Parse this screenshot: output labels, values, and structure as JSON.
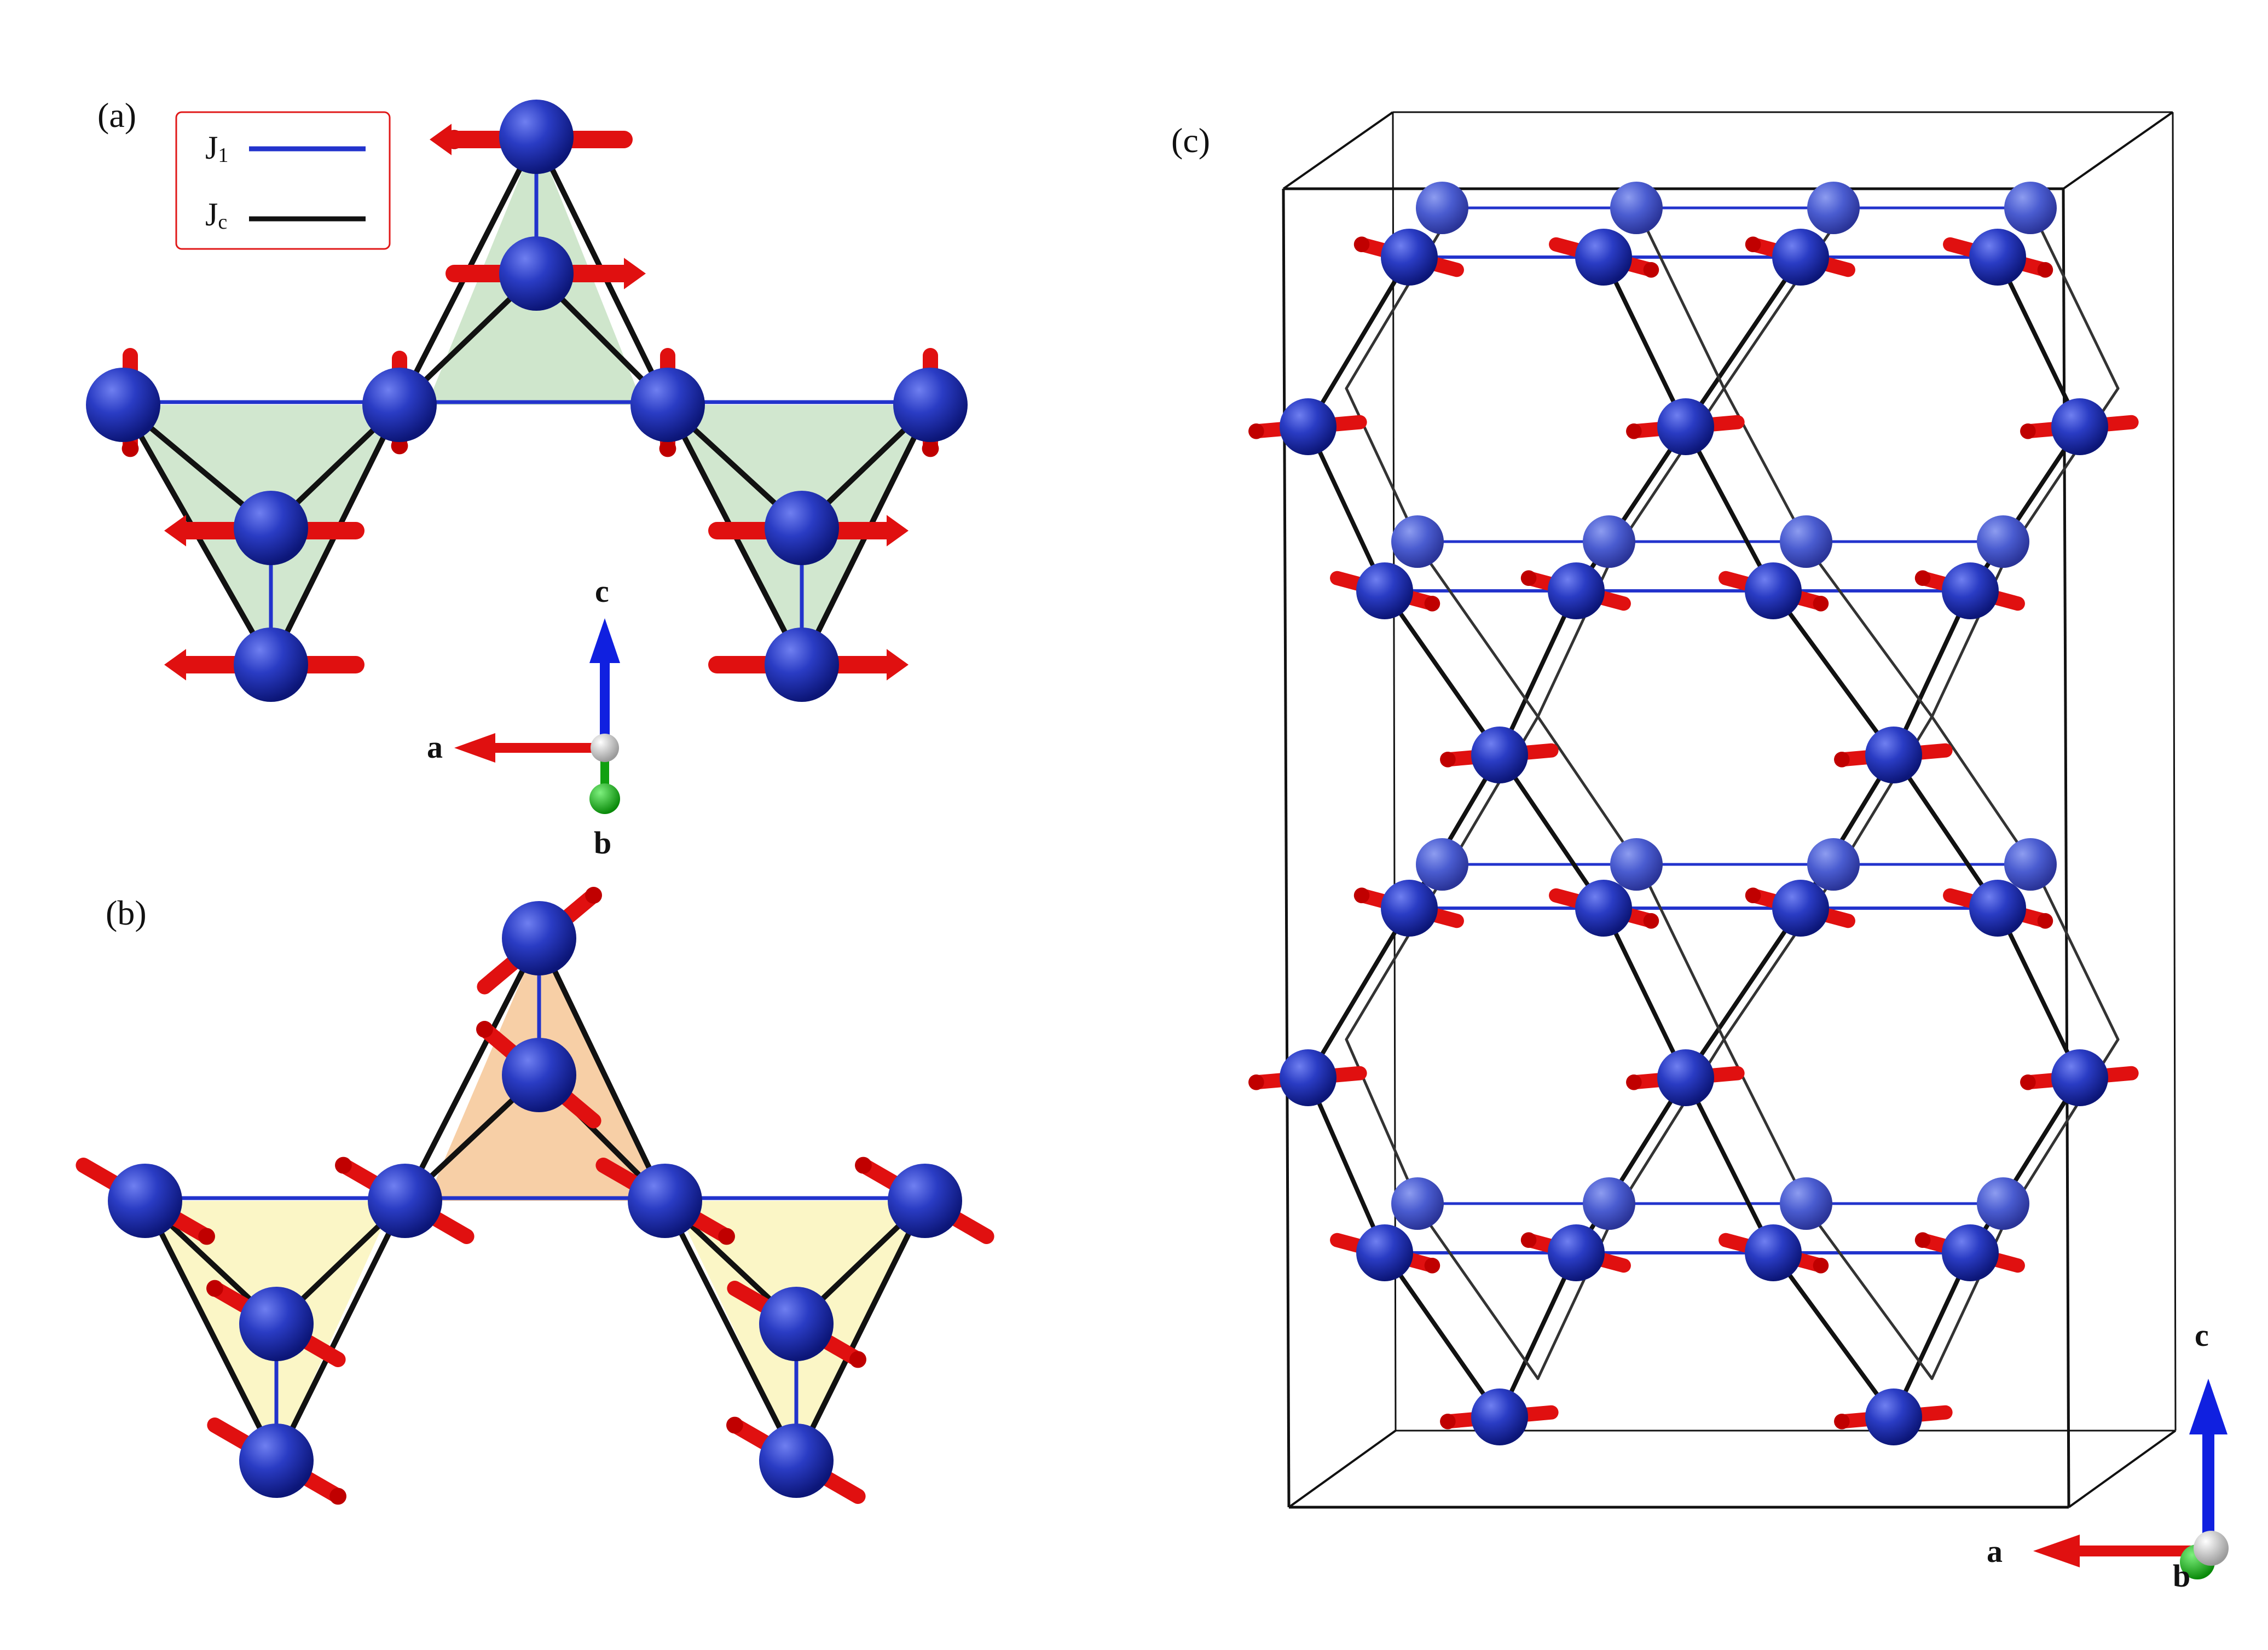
{
  "figure": {
    "panels": {
      "a": {
        "label": "(a)"
      },
      "b": {
        "label": "(b)"
      },
      "c": {
        "label": "(c)"
      }
    },
    "legend": {
      "j1": {
        "text": "J",
        "sub": "1",
        "color": "#2233cc"
      },
      "jc": {
        "text": "J",
        "sub": "c",
        "color": "#111111"
      },
      "border_color": "#e01818"
    },
    "axes": {
      "a_label": "a",
      "b_label": "b",
      "c_label": "c",
      "a_color": "#e01010",
      "b_color": "#10a010",
      "c_color": "#1020e0"
    },
    "colors": {
      "atom": "#1a2bb0",
      "spin": "#e01010",
      "face_green": "#cfe6cc",
      "face_orange": "#f7cfa6",
      "face_yellow": "#fbf6c6",
      "bond_black": "#111111",
      "bond_blue": "#2233cc"
    }
  }
}
